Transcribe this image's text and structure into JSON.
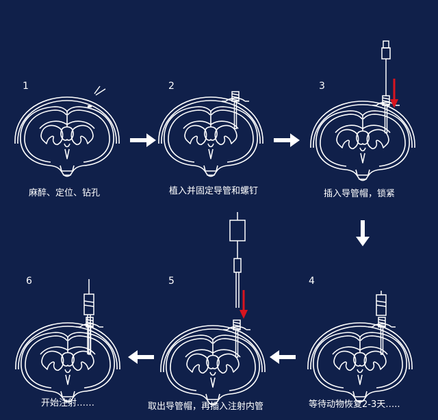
{
  "colors": {
    "background": "#10204a",
    "line": "#ffffff",
    "red_arrow": "#d8141f"
  },
  "steps": [
    {
      "number": "1",
      "caption": "麻醉、定位、钻孔"
    },
    {
      "number": "2",
      "caption": "植入并固定导管和螺钉"
    },
    {
      "number": "3",
      "caption": "插入导管帽，锁紧"
    },
    {
      "number": "4",
      "caption": "等待动物恢复2-3天….."
    },
    {
      "number": "5",
      "caption": "取出导管帽，再插入注射内管"
    },
    {
      "number": "6",
      "caption": "开始注射……"
    }
  ]
}
